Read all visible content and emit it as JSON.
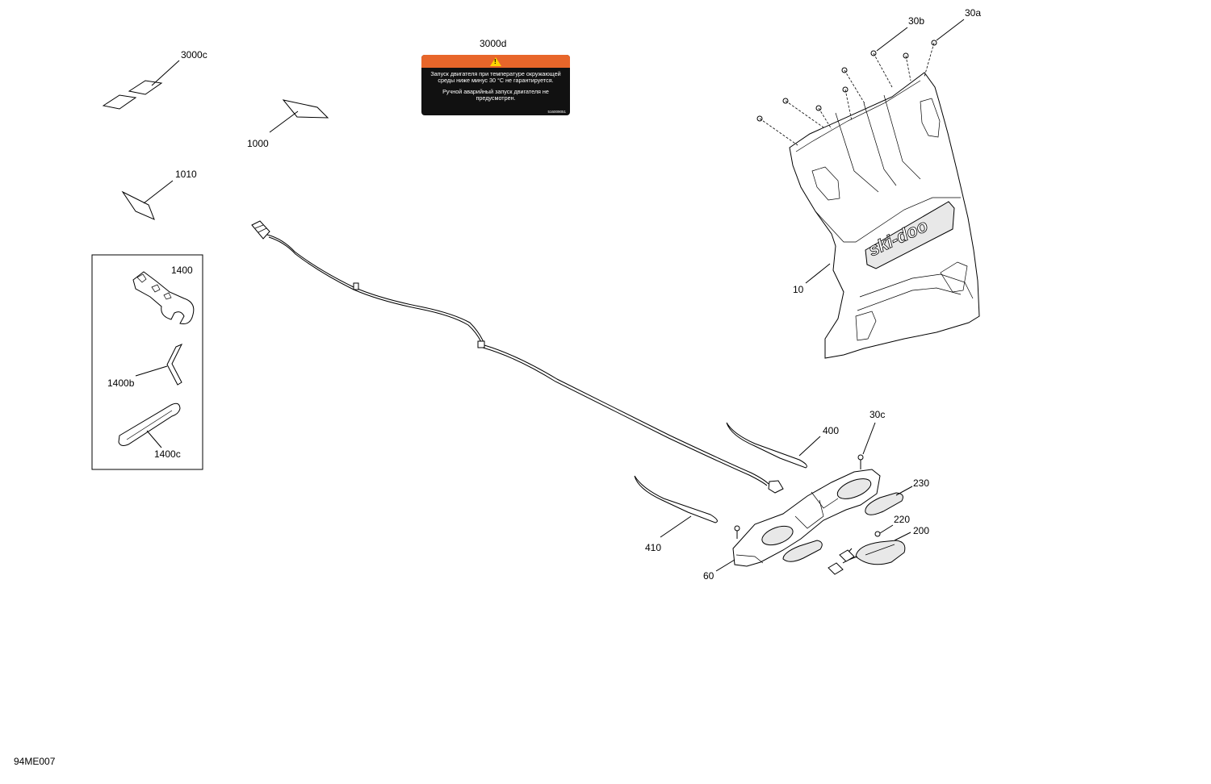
{
  "diagram_code": "94ME007",
  "decal": {
    "line1": "Запуск двигателя при температуре окружающей среды ниже минус 30 °C не гарантируется.",
    "line2": "Ручной аварийный запуск двигателя не предусмотрен.",
    "part_code": "516009051",
    "warning_symbol": "!"
  },
  "callouts": {
    "c3000c": "3000c",
    "c3000d": "3000d",
    "c1000": "1000",
    "c1010": "1010",
    "c1400": "1400",
    "c1400b": "1400b",
    "c1400c": "1400c",
    "c30b": "30b",
    "c30a": "30a",
    "c10": "10",
    "c400": "400",
    "c30c": "30c",
    "c230": "230",
    "c220": "220",
    "c200": "200",
    "c410": "410",
    "c60": "60"
  },
  "colors": {
    "decal_header": "#e8662a",
    "decal_body": "#111111",
    "warning_triangle": "#ffd400"
  }
}
